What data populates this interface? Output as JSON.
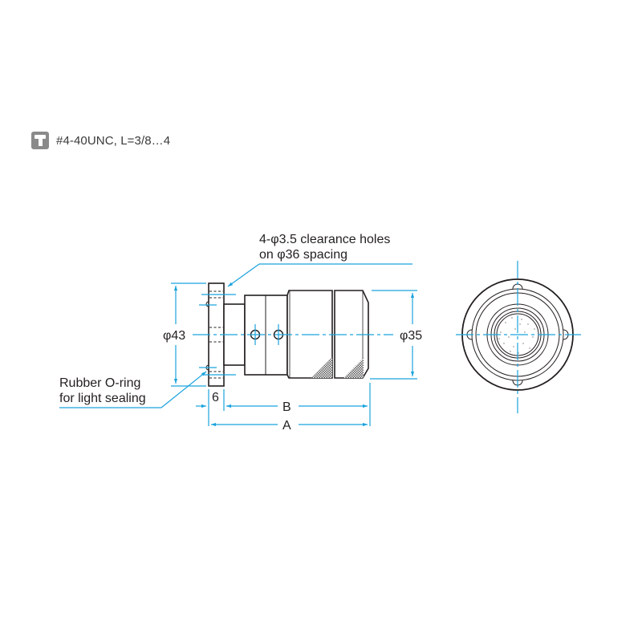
{
  "header": {
    "icon": "screw-thread-icon",
    "text": "#4-40UNC, L=3/8…4"
  },
  "drawing": {
    "title": "Side view and front view of lens mount adapter",
    "colors": {
      "outline": "#231f20",
      "dimension": "#1aa3dd",
      "knurl": "#6b6b6b",
      "icon_bg": "#8a8a8a"
    },
    "callouts": {
      "clearance_line1": "4-φ3.5 clearance holes",
      "clearance_line2": "on φ36 spacing",
      "oring_line1": "Rubber O-ring",
      "oring_line2": "for light sealing"
    },
    "dimensions": {
      "flange_diameter": "φ43",
      "body_diameter": "φ35",
      "flange_thickness": "6",
      "length_b": "B",
      "length_a": "A"
    }
  }
}
